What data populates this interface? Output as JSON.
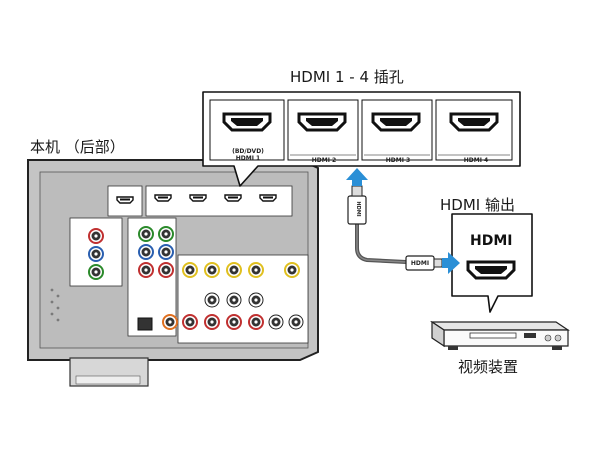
{
  "labels": {
    "hdmi_inputs_title": "HDMI 1 - 4 插孔",
    "unit_rear": "本机 （后部）",
    "hdmi_output_title": "HDMI 输出",
    "video_device": "视频装置"
  },
  "callout_ports": [
    {
      "label": "(BD/DVD)\nHDMI 1"
    },
    {
      "label": "HDMI 2"
    },
    {
      "label": "HDMI 3"
    },
    {
      "label": "HDMI 4"
    }
  ],
  "cable_labels": {
    "vertical_plug": "HDMI",
    "horizontal_plug": "HDMI"
  },
  "device_port_label": "HDMI",
  "colors": {
    "arrow_blue": "#2a8fd6",
    "panel_gray": "#b9b9b9",
    "outline": "#222222",
    "cable": "#444444"
  },
  "icons": [
    "hdmi-port-icon",
    "arrow-up-icon",
    "arrow-right-icon",
    "dvd-player-icon"
  ]
}
